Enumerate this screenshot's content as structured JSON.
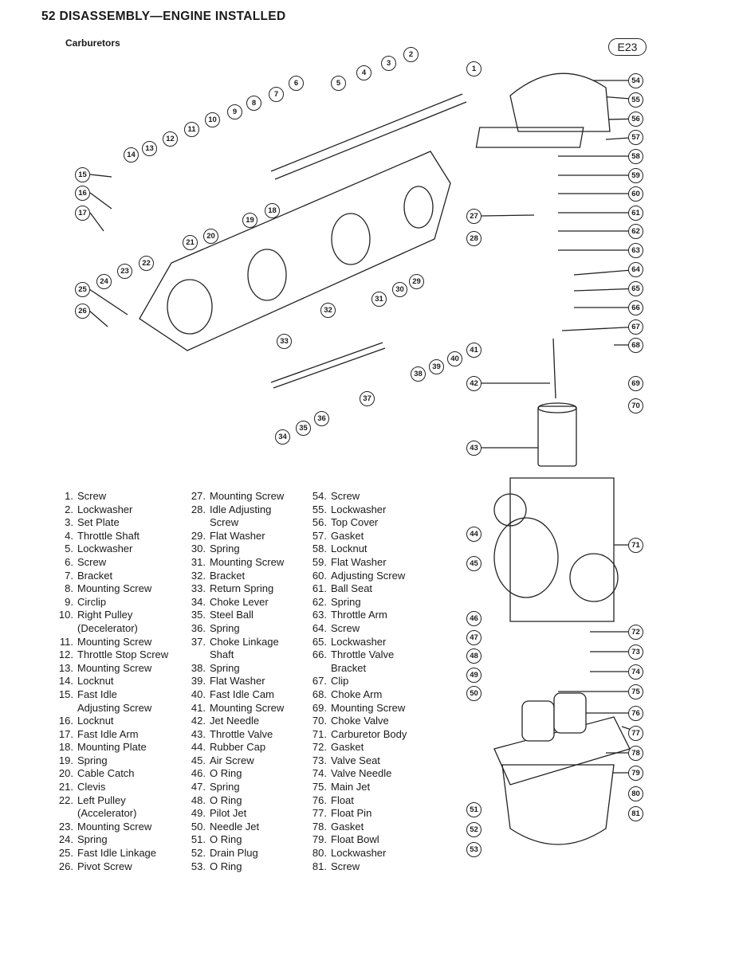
{
  "header": {
    "title": "52 DISASSEMBLY—ENGINE INSTALLED",
    "section": "Carburetors",
    "figure_tag": "E23"
  },
  "callouts": [
    "1",
    "2",
    "3",
    "4",
    "5",
    "6",
    "7",
    "8",
    "9",
    "10",
    "11",
    "12",
    "13",
    "14",
    "15",
    "16",
    "17",
    "18",
    "19",
    "20",
    "21",
    "22",
    "23",
    "24",
    "25",
    "26",
    "27",
    "28",
    "29",
    "30",
    "31",
    "32",
    "33",
    "34",
    "35",
    "36",
    "37",
    "38",
    "39",
    "40",
    "41",
    "42",
    "43",
    "44",
    "45",
    "46",
    "47",
    "48",
    "49",
    "50",
    "51",
    "52",
    "53",
    "54",
    "55",
    "56",
    "57",
    "58",
    "59",
    "60",
    "61",
    "62",
    "63",
    "64",
    "65",
    "66",
    "67",
    "68",
    "69",
    "70",
    "71",
    "72",
    "73",
    "74",
    "75",
    "76",
    "77",
    "78",
    "79",
    "80",
    "81"
  ],
  "parts": [
    [
      {
        "n": "1.",
        "t": "Screw"
      },
      {
        "n": "2.",
        "t": "Lockwasher"
      },
      {
        "n": "3.",
        "t": "Set Plate"
      },
      {
        "n": "4.",
        "t": "Throttle Shaft"
      },
      {
        "n": "5.",
        "t": "Lockwasher"
      },
      {
        "n": "6.",
        "t": "Screw"
      },
      {
        "n": "7.",
        "t": "Bracket"
      },
      {
        "n": "8.",
        "t": "Mounting Screw"
      },
      {
        "n": "9.",
        "t": "Circlip"
      },
      {
        "n": "10.",
        "t": "Right Pulley\n(Decelerator)"
      },
      {
        "n": "11.",
        "t": "Mounting Screw"
      },
      {
        "n": "12.",
        "t": "Throttle Stop Screw"
      },
      {
        "n": "13.",
        "t": "Mounting Screw"
      },
      {
        "n": "14.",
        "t": "Locknut"
      },
      {
        "n": "15.",
        "t": "Fast Idle\nAdjusting Screw"
      },
      {
        "n": "16.",
        "t": "Locknut"
      },
      {
        "n": "17.",
        "t": "Fast Idle Arm"
      },
      {
        "n": "18.",
        "t": "Mounting Plate"
      },
      {
        "n": "19.",
        "t": "Spring"
      },
      {
        "n": "20.",
        "t": "Cable Catch"
      },
      {
        "n": "21.",
        "t": "Clevis"
      },
      {
        "n": "22.",
        "t": "Left Pulley\n(Accelerator)"
      },
      {
        "n": "23.",
        "t": "Mounting Screw"
      },
      {
        "n": "24.",
        "t": "Spring"
      },
      {
        "n": "25.",
        "t": "Fast Idle Linkage"
      },
      {
        "n": "26.",
        "t": "Pivot Screw"
      }
    ],
    [
      {
        "n": "27.",
        "t": "Mounting Screw"
      },
      {
        "n": "28.",
        "t": "Idle Adjusting\nScrew"
      },
      {
        "n": "29.",
        "t": "Flat Washer"
      },
      {
        "n": "30.",
        "t": "Spring"
      },
      {
        "n": "31.",
        "t": "Mounting Screw"
      },
      {
        "n": "32.",
        "t": "Bracket"
      },
      {
        "n": "33.",
        "t": "Return Spring"
      },
      {
        "n": "34.",
        "t": "Choke Lever"
      },
      {
        "n": "35.",
        "t": "Steel Ball"
      },
      {
        "n": "36.",
        "t": "Spring"
      },
      {
        "n": "37.",
        "t": "Choke Linkage\nShaft"
      },
      {
        "n": "38.",
        "t": "Spring"
      },
      {
        "n": "39.",
        "t": "Flat Washer"
      },
      {
        "n": "40.",
        "t": "Fast Idle Cam"
      },
      {
        "n": "41.",
        "t": "Mounting Screw"
      },
      {
        "n": "42.",
        "t": "Jet Needle"
      },
      {
        "n": "43.",
        "t": "Throttle Valve"
      },
      {
        "n": "44.",
        "t": "Rubber Cap"
      },
      {
        "n": "45.",
        "t": "Air Screw"
      },
      {
        "n": "46.",
        "t": "O Ring"
      },
      {
        "n": "47.",
        "t": "Spring"
      },
      {
        "n": "48.",
        "t": "O Ring"
      },
      {
        "n": "49.",
        "t": "Pilot Jet"
      },
      {
        "n": "50.",
        "t": "Needle Jet"
      },
      {
        "n": "51.",
        "t": "O Ring"
      },
      {
        "n": "52.",
        "t": "Drain Plug"
      },
      {
        "n": "53.",
        "t": "O Ring"
      }
    ],
    [
      {
        "n": "54.",
        "t": "Screw"
      },
      {
        "n": "55.",
        "t": "Lockwasher"
      },
      {
        "n": "56.",
        "t": "Top Cover"
      },
      {
        "n": "57.",
        "t": "Gasket"
      },
      {
        "n": "58.",
        "t": "Locknut"
      },
      {
        "n": "59.",
        "t": "Flat Washer"
      },
      {
        "n": "60.",
        "t": "Adjusting Screw"
      },
      {
        "n": "61.",
        "t": "Ball Seat"
      },
      {
        "n": "62.",
        "t": "Spring"
      },
      {
        "n": "63.",
        "t": "Throttle Arm"
      },
      {
        "n": "64.",
        "t": "Screw"
      },
      {
        "n": "65.",
        "t": "Lockwasher"
      },
      {
        "n": "66.",
        "t": "Throttle Valve\nBracket"
      },
      {
        "n": "67.",
        "t": "Clip"
      },
      {
        "n": "68.",
        "t": "Choke Arm"
      },
      {
        "n": "69.",
        "t": "Mounting Screw"
      },
      {
        "n": "70.",
        "t": "Choke Valve"
      },
      {
        "n": "71.",
        "t": "Carburetor Body"
      },
      {
        "n": "72.",
        "t": "Gasket"
      },
      {
        "n": "73.",
        "t": "Valve Seat"
      },
      {
        "n": "74.",
        "t": "Valve Needle"
      },
      {
        "n": "75.",
        "t": "Main Jet"
      },
      {
        "n": "76.",
        "t": "Float"
      },
      {
        "n": "77.",
        "t": "Float Pin"
      },
      {
        "n": "78.",
        "t": "Gasket"
      },
      {
        "n": "79.",
        "t": "Float Bowl"
      },
      {
        "n": "80.",
        "t": "Lockwasher"
      },
      {
        "n": "81.",
        "t": "Screw"
      }
    ]
  ]
}
